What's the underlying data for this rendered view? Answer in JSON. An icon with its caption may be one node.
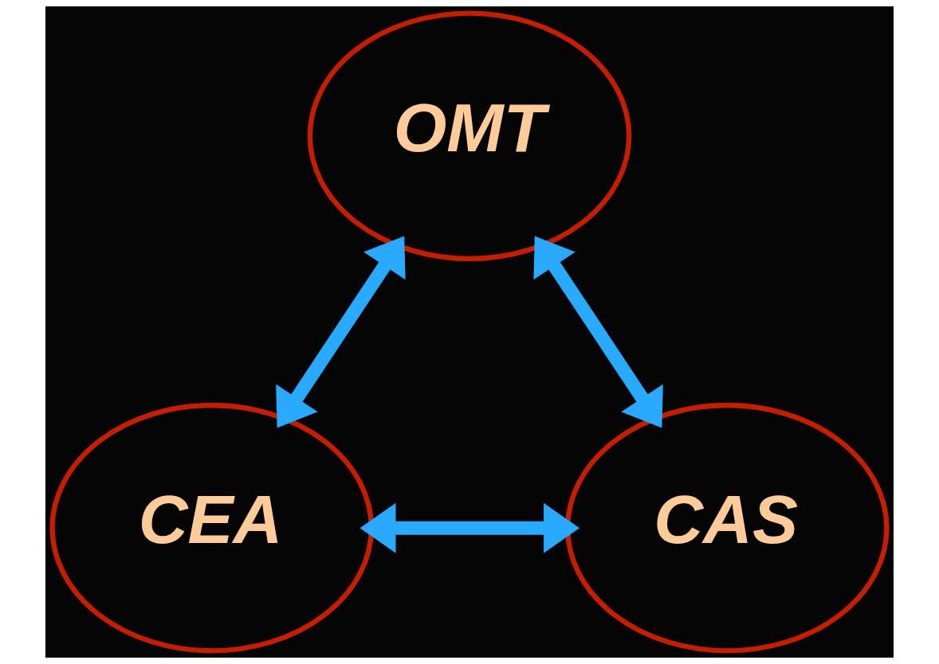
{
  "diagram": {
    "nodes": [
      {
        "text": [
          "OMT"
        ]
      },
      {
        "text": [
          "CEA"
        ]
      },
      {
        "text": [
          "CAS"
        ]
      }
    ],
    "edges": [
      {
        "from": 0,
        "to": 1,
        "arrow": "both"
      },
      {
        "from": 0,
        "to": 2,
        "arrow": "both"
      },
      {
        "from": 1,
        "to": 2,
        "arrow": "both"
      }
    ]
  }
}
